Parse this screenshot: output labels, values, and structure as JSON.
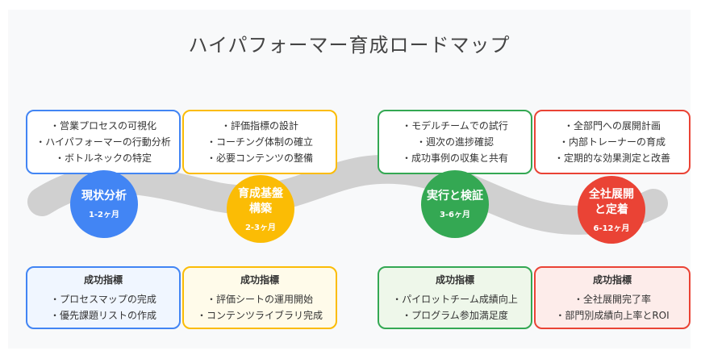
{
  "title": "ハイパフォーマー育成ロードマップ",
  "colors": {
    "blue": "#4285f4",
    "yellow": "#fbbc05",
    "green": "#34a853",
    "red": "#ea4335",
    "road": "#d0d0d0"
  },
  "phases": [
    {
      "name": "現状分析",
      "duration": "1-2ヶ月",
      "tasks": [
        "・営業プロセスの可視化",
        "・ハイパフォーマーの行動分析",
        "・ボトルネックの特定"
      ],
      "kpi_title": "成功指標",
      "kpis": [
        "・プロセスマップの完成",
        "・優先課題リストの作成"
      ]
    },
    {
      "name": "育成基盤\n構築",
      "duration": "2-3ヶ月",
      "tasks": [
        "・評価指標の設計",
        "・コーチング体制の確立",
        "・必要コンテンツの整備"
      ],
      "kpi_title": "成功指標",
      "kpis": [
        "・評価シートの運用開始",
        "・コンテンツライブラリ完成"
      ]
    },
    {
      "name": "実行と検証",
      "duration": "3-6ヶ月",
      "tasks": [
        "・モデルチームでの試行",
        "・週次の進捗確認",
        "・成功事例の収集と共有"
      ],
      "kpi_title": "成功指標",
      "kpis": [
        "・パイロットチーム成績向上",
        "・プログラム参加満足度"
      ]
    },
    {
      "name": "全社展開\nと定着",
      "duration": "6-12ヶ月",
      "tasks": [
        "・全部門への展開計画",
        "・内部トレーナーの育成",
        "・定期的な効果測定と改善"
      ],
      "kpi_title": "成功指標",
      "kpis": [
        "・全社展開完了率",
        "・部門別成績向上率とROI"
      ]
    }
  ]
}
